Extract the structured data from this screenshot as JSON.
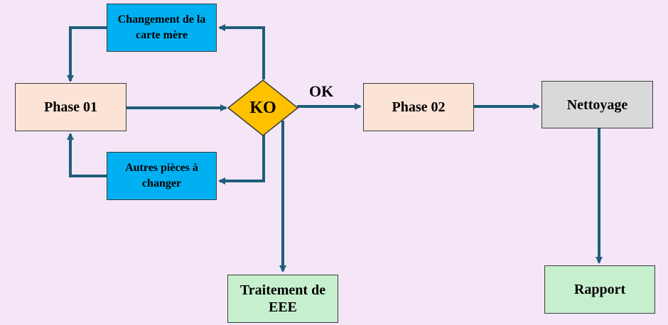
{
  "nodes": {
    "phase01": "Phase 01",
    "carte_mere": "Changement de la carte mère",
    "autres_pieces": "Autres pièces à changer",
    "decision": "KO",
    "phase02": "Phase 02",
    "nettoyage": "Nettoyage",
    "traitement": "Traitement de EEE",
    "rapport": "Rapport"
  },
  "edge_labels": {
    "ok": "OK"
  },
  "colors": {
    "background": "#f4e6f7",
    "arrow": "#1f5d7a",
    "phase_box": "#fbe3d6",
    "action_box": "#00b0f0",
    "decision": "#ffc000",
    "end_box": "#c6efce",
    "cleaning_box": "#d9d9d9"
  }
}
